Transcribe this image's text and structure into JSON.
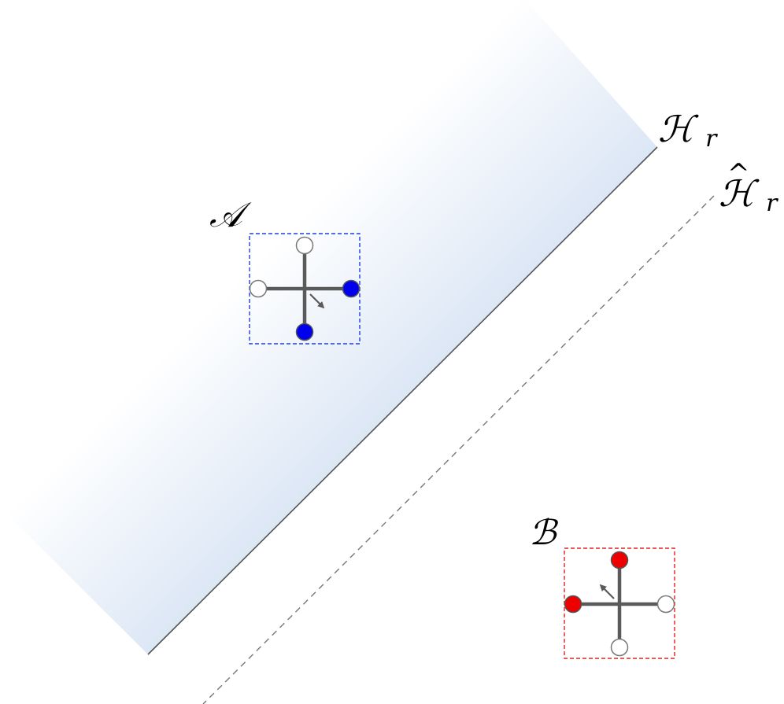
{
  "labels": {
    "set_a": "𝒜",
    "set_b": "ℬ",
    "h_r_script": "ℋ",
    "h_r_sub": "r",
    "h_hat_script": "ℋ",
    "h_hat_sub": "r",
    "hat_mark": "^"
  },
  "colors": {
    "region_fill": "#dce7f5",
    "boundary_line": "#555555",
    "dashed_line": "#777777",
    "box_a": "#1f3fe0",
    "box_b": "#e02020",
    "node_a_filled": "#0000ee",
    "node_b_filled": "#ee0000",
    "node_empty": "#ffffff",
    "cross": "#5a5a5a"
  },
  "glyphs": {
    "a": {
      "nodes": [
        "empty",
        "filled",
        "filled",
        "empty"
      ],
      "arrow": "down-right"
    },
    "b": {
      "nodes": [
        "filled",
        "empty",
        "empty",
        "filled"
      ],
      "arrow": "up-left"
    }
  }
}
